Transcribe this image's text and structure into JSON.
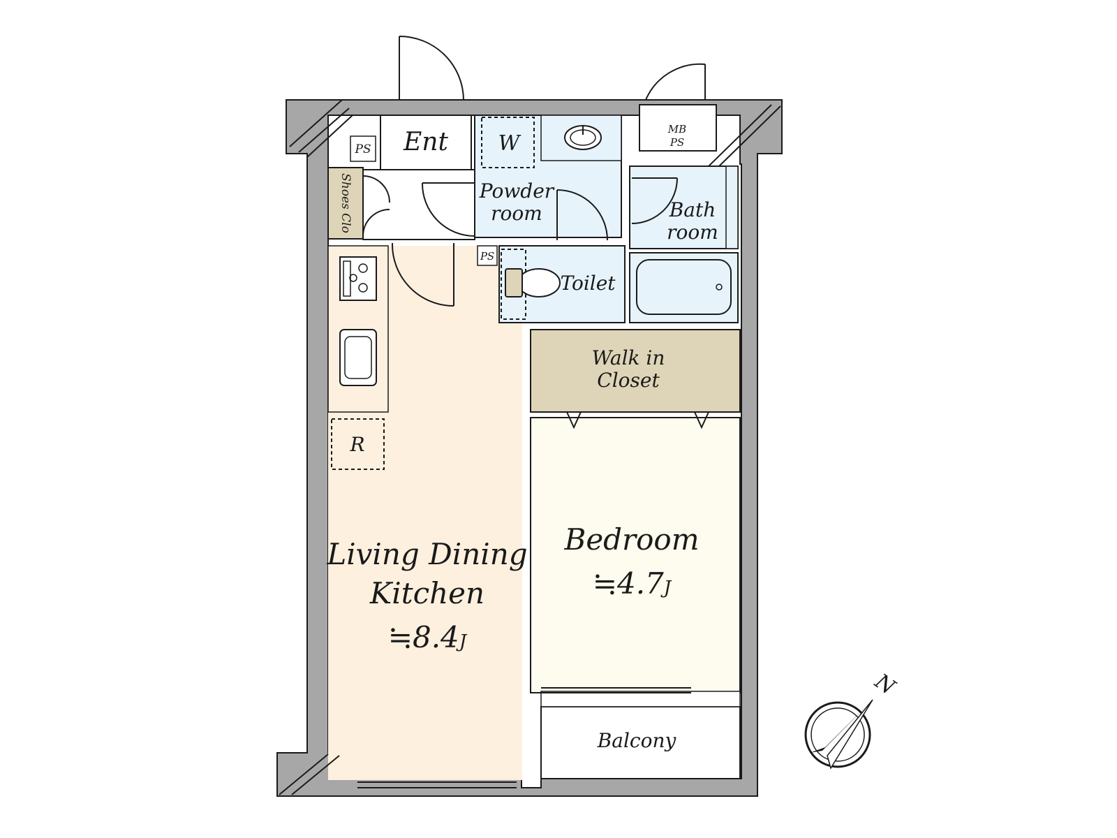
{
  "rooms": {
    "entrance": "Ent",
    "ps_top": "PS",
    "ps_mid": "PS",
    "washer": "W",
    "powder_line1": "Powder",
    "powder_line2": "room",
    "bath_line1": "Bath",
    "bath_line2": "room",
    "mb_line1": "MB",
    "mb_line2": "PS",
    "shoes_closet": "Shoes Clo",
    "toilet": "Toilet",
    "walkin_line1": "Walk in",
    "walkin_line2": "Closet",
    "refrigerator": "R",
    "ldk_line1": "Living Dining",
    "ldk_line2": "Kitchen",
    "ldk_area_sym": "≒8.4",
    "ldk_area_unit": "J",
    "bedroom": "Bedroom",
    "bedroom_area_sym": "≒4.7",
    "bedroom_area_unit": "J",
    "balcony": "Balcony"
  },
  "compass": {
    "north_label": "N"
  },
  "colors": {
    "ldk": "#fdf0df",
    "bedroom": "#fefcee",
    "wet_area": "#e6f3fb",
    "closet": "#ded4b7",
    "wall": "#a7a7a7"
  }
}
